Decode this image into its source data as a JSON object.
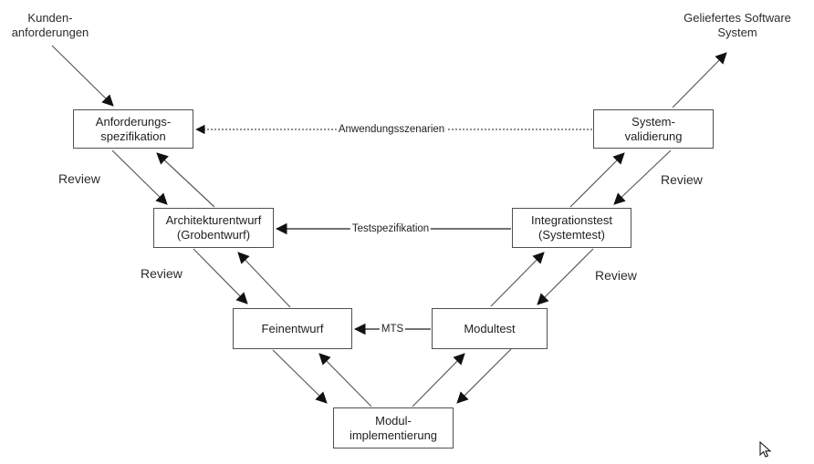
{
  "diagram_type": "v-model-process-diagram",
  "endpoints": {
    "kundenanforderungen": {
      "line1": "Kunden-",
      "line2": "anforderungen"
    },
    "geliefertes_software_system": {
      "line1": "Geliefertes Software",
      "line2": "System"
    }
  },
  "boxes": {
    "anforderungsspezifikation": {
      "line1": "Anforderungs-",
      "line2": "spezifikation"
    },
    "systemvalidierung": {
      "line1": "System-",
      "line2": "validierung"
    },
    "architekturentwurf": {
      "line1": "Architekturentwurf",
      "line2": "(Grobentwurf)"
    },
    "integrationstest": {
      "line1": "Integrationstest",
      "line2": "(Systemtest)"
    },
    "feinentwurf": {
      "line1": "Feinentwurf"
    },
    "modultest": {
      "line1": "Modultest"
    },
    "modulimplementierung": {
      "line1": "Modul-",
      "line2": "implementierung"
    }
  },
  "connector_labels": {
    "anwendungsszenarien": "Anwendungsszenarien",
    "testspezifikation": "Testspezifikation",
    "mts": "MTS"
  },
  "review_labels": {
    "left_top": "Review",
    "left_middle": "Review",
    "right_top": "Review",
    "right_middle": "Review"
  },
  "colors": {
    "background": "#ffffff",
    "box_border": "#4f4f4f",
    "diagonal_line": "#5a5a5a",
    "horizontal_line": "#1f1f1f",
    "arrowhead": "#111111",
    "text": "#1f1f1f"
  }
}
